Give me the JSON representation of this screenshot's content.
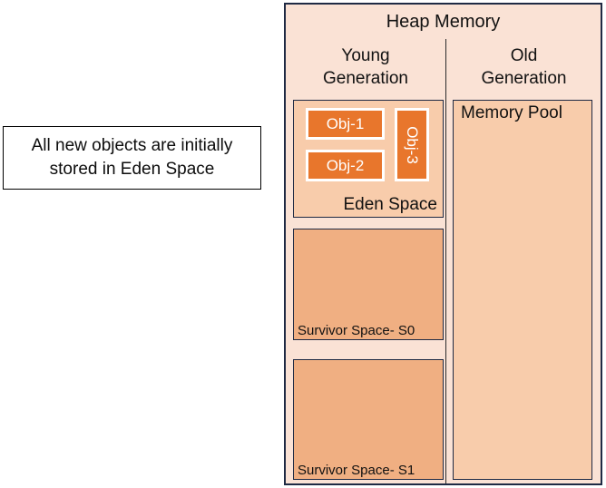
{
  "callout": {
    "line1": "All new objects are initially",
    "line2": "stored in Eden Space"
  },
  "heap": {
    "title": "Heap Memory",
    "young_generation": {
      "title_line1": "Young",
      "title_line2": "Generation",
      "eden": {
        "label": "Eden Space",
        "objects": [
          {
            "label": "Obj-1",
            "orientation": "horizontal"
          },
          {
            "label": "Obj-2",
            "orientation": "horizontal"
          },
          {
            "label": "Obj-3",
            "orientation": "vertical"
          }
        ]
      },
      "survivor_spaces": [
        {
          "label": "Survivor Space- S0"
        },
        {
          "label": "Survivor Space- S1"
        }
      ]
    },
    "old_generation": {
      "title_line1": "Old",
      "title_line2": "Generation",
      "memory_pool_label": "Memory Pool"
    }
  },
  "colors": {
    "heap_background": "#FAE2D5",
    "heap_border": "#1F2A44",
    "eden_fill": "#F8CCAB",
    "memory_pool_fill": "#F8CCAB",
    "survivor_fill": "#F0AF82",
    "object_fill": "#E8762C",
    "object_border": "#FFFFFF",
    "callout_background": "#FFFFFF",
    "callout_border": "#000000"
  }
}
